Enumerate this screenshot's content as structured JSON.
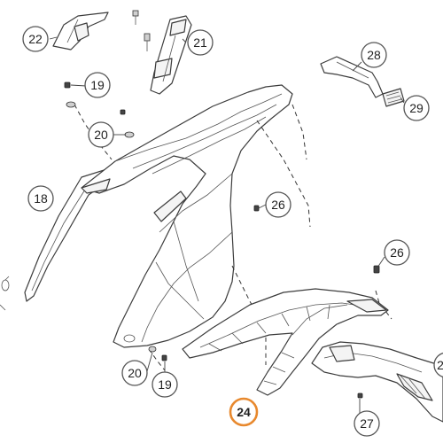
{
  "diagram": {
    "callouts": [
      {
        "id": "c22",
        "label": "22"
      },
      {
        "id": "c21",
        "label": "21"
      },
      {
        "id": "c19a",
        "label": "19"
      },
      {
        "id": "c20a",
        "label": "20"
      },
      {
        "id": "c18",
        "label": "18"
      },
      {
        "id": "c26a",
        "label": "26"
      },
      {
        "id": "c26b",
        "label": "26"
      },
      {
        "id": "c28",
        "label": "28"
      },
      {
        "id": "c29",
        "label": "29"
      },
      {
        "id": "c20b",
        "label": "20"
      },
      {
        "id": "c19b",
        "label": "19"
      },
      {
        "id": "c24",
        "label": "24",
        "highlighted": true
      },
      {
        "id": "c27",
        "label": "27"
      },
      {
        "id": "c2x",
        "label": "2"
      }
    ],
    "highlight_color": "#e8892e"
  }
}
